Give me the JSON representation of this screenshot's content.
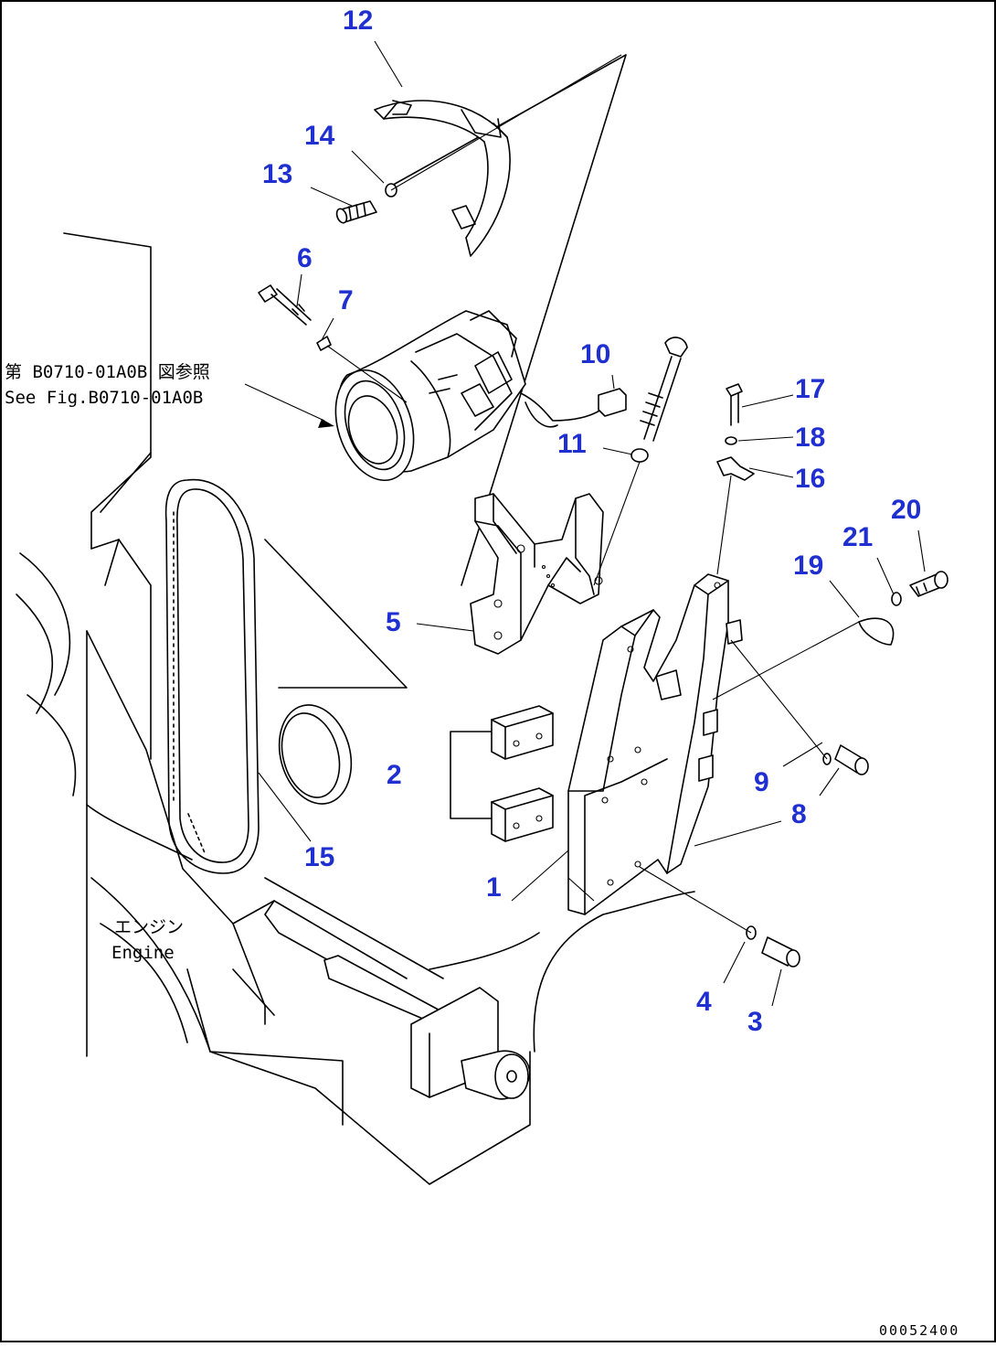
{
  "diagram": {
    "callouts": [
      {
        "id": "12",
        "label": "12"
      },
      {
        "id": "14",
        "label": "14"
      },
      {
        "id": "13",
        "label": "13"
      },
      {
        "id": "6",
        "label": "6"
      },
      {
        "id": "7",
        "label": "7"
      },
      {
        "id": "10",
        "label": "10"
      },
      {
        "id": "17",
        "label": "17"
      },
      {
        "id": "11",
        "label": "11"
      },
      {
        "id": "18",
        "label": "18"
      },
      {
        "id": "16",
        "label": "16"
      },
      {
        "id": "20",
        "label": "20"
      },
      {
        "id": "21",
        "label": "21"
      },
      {
        "id": "19",
        "label": "19"
      },
      {
        "id": "5",
        "label": "5"
      },
      {
        "id": "2",
        "label": "2"
      },
      {
        "id": "9",
        "label": "9"
      },
      {
        "id": "8",
        "label": "8"
      },
      {
        "id": "15",
        "label": "15"
      },
      {
        "id": "1",
        "label": "1"
      },
      {
        "id": "4",
        "label": "4"
      },
      {
        "id": "3",
        "label": "3"
      }
    ],
    "reference_note": {
      "line1": "第 B0710-01A0B 図参照",
      "line2": "See Fig.B0710-01A0B"
    },
    "engine_label": {
      "line1": "エンジン",
      "line2": "Engine"
    },
    "document_id": "00052400"
  }
}
